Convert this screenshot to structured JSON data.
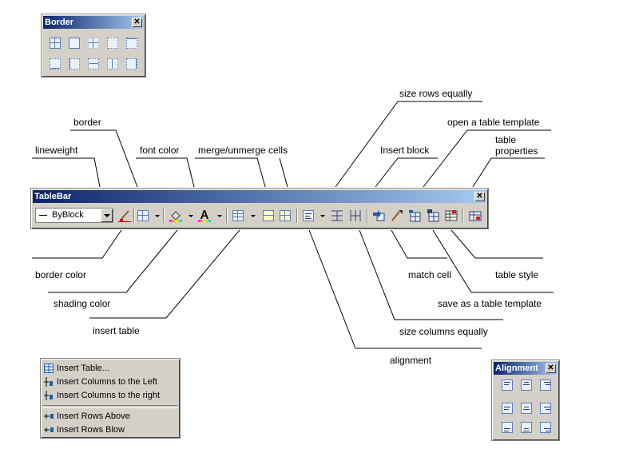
{
  "border_palette": {
    "title": "Border",
    "close": "✕"
  },
  "tablebar": {
    "title": "TableBar",
    "close": "✕",
    "lineweight_value": "ByBlock"
  },
  "callouts": {
    "border": "border",
    "lineweight": "lineweight",
    "font_color": "font color",
    "merge_unmerge": "merge/unmerge cells",
    "size_rows": "size rows equally",
    "open_template": "open a table template",
    "insert_block": "Insert block",
    "table_properties": "table\nproperties",
    "border_color": "border color",
    "shading_color": "shading color",
    "insert_table": "insert table",
    "match_cell": "match cell",
    "table_style": "table style",
    "save_template": "save as a table template",
    "size_columns": "size columns equally",
    "alignment": "alignment"
  },
  "insert_menu": {
    "items": [
      "Insert Table...",
      "Insert Columns to the Left",
      "Insert Columns to the right",
      "Insert Rows Above",
      "Insert Rows Blow"
    ]
  },
  "alignment_palette": {
    "title": "Alignment",
    "close": "✕"
  },
  "icons": {
    "grid": "table-grid-icon",
    "brush": "paintbrush-icon",
    "bucket": "paint-bucket-icon",
    "font": "font-color-icon"
  },
  "colors": {
    "titlebar_start": "#0a246a",
    "titlebar_end": "#a6caf0",
    "chrome": "#d4d0c8"
  }
}
